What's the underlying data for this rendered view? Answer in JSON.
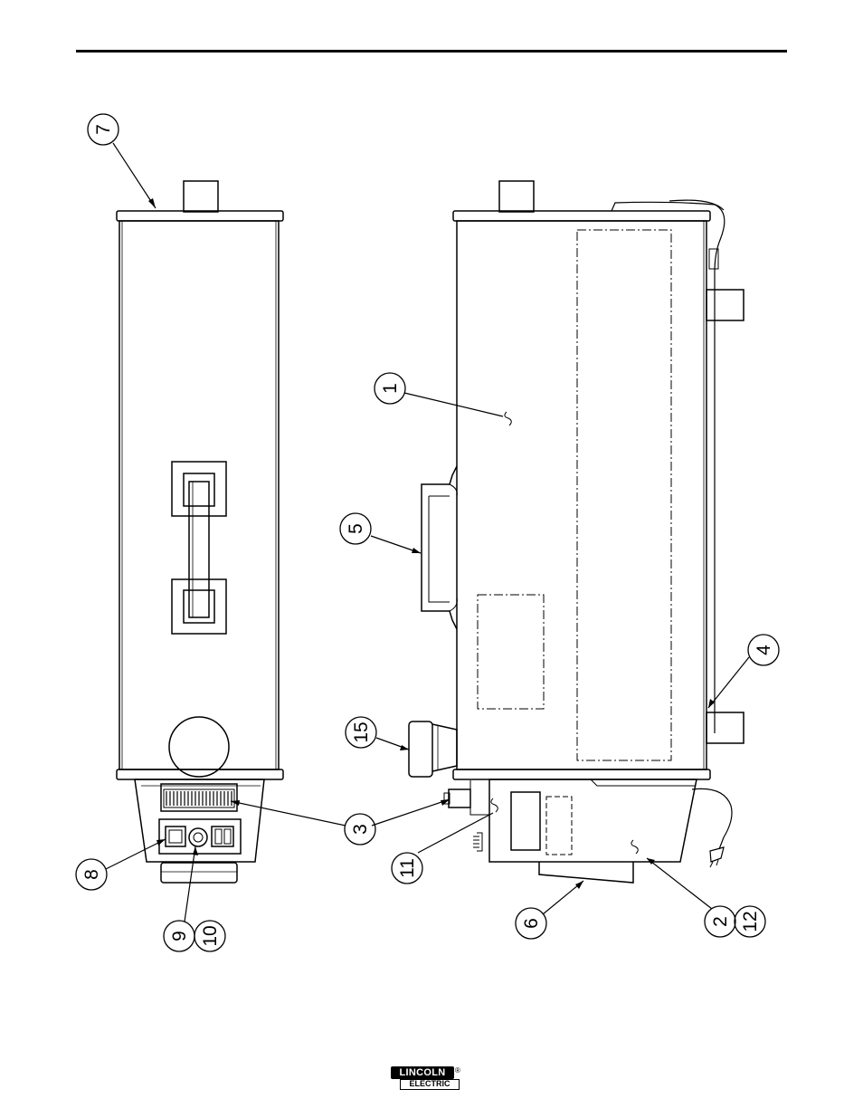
{
  "callouts": {
    "c1": "1",
    "c2": "2",
    "c3": "3",
    "c4": "4",
    "c5": "5",
    "c6": "6",
    "c7": "7",
    "c8": "8",
    "c9": "9",
    "c10": "10",
    "c11": "11",
    "c12": "12",
    "c15": "15"
  },
  "logo": {
    "top_text": "LINCOLN",
    "bottom_text": "ELECTRIC",
    "mark": "®"
  }
}
